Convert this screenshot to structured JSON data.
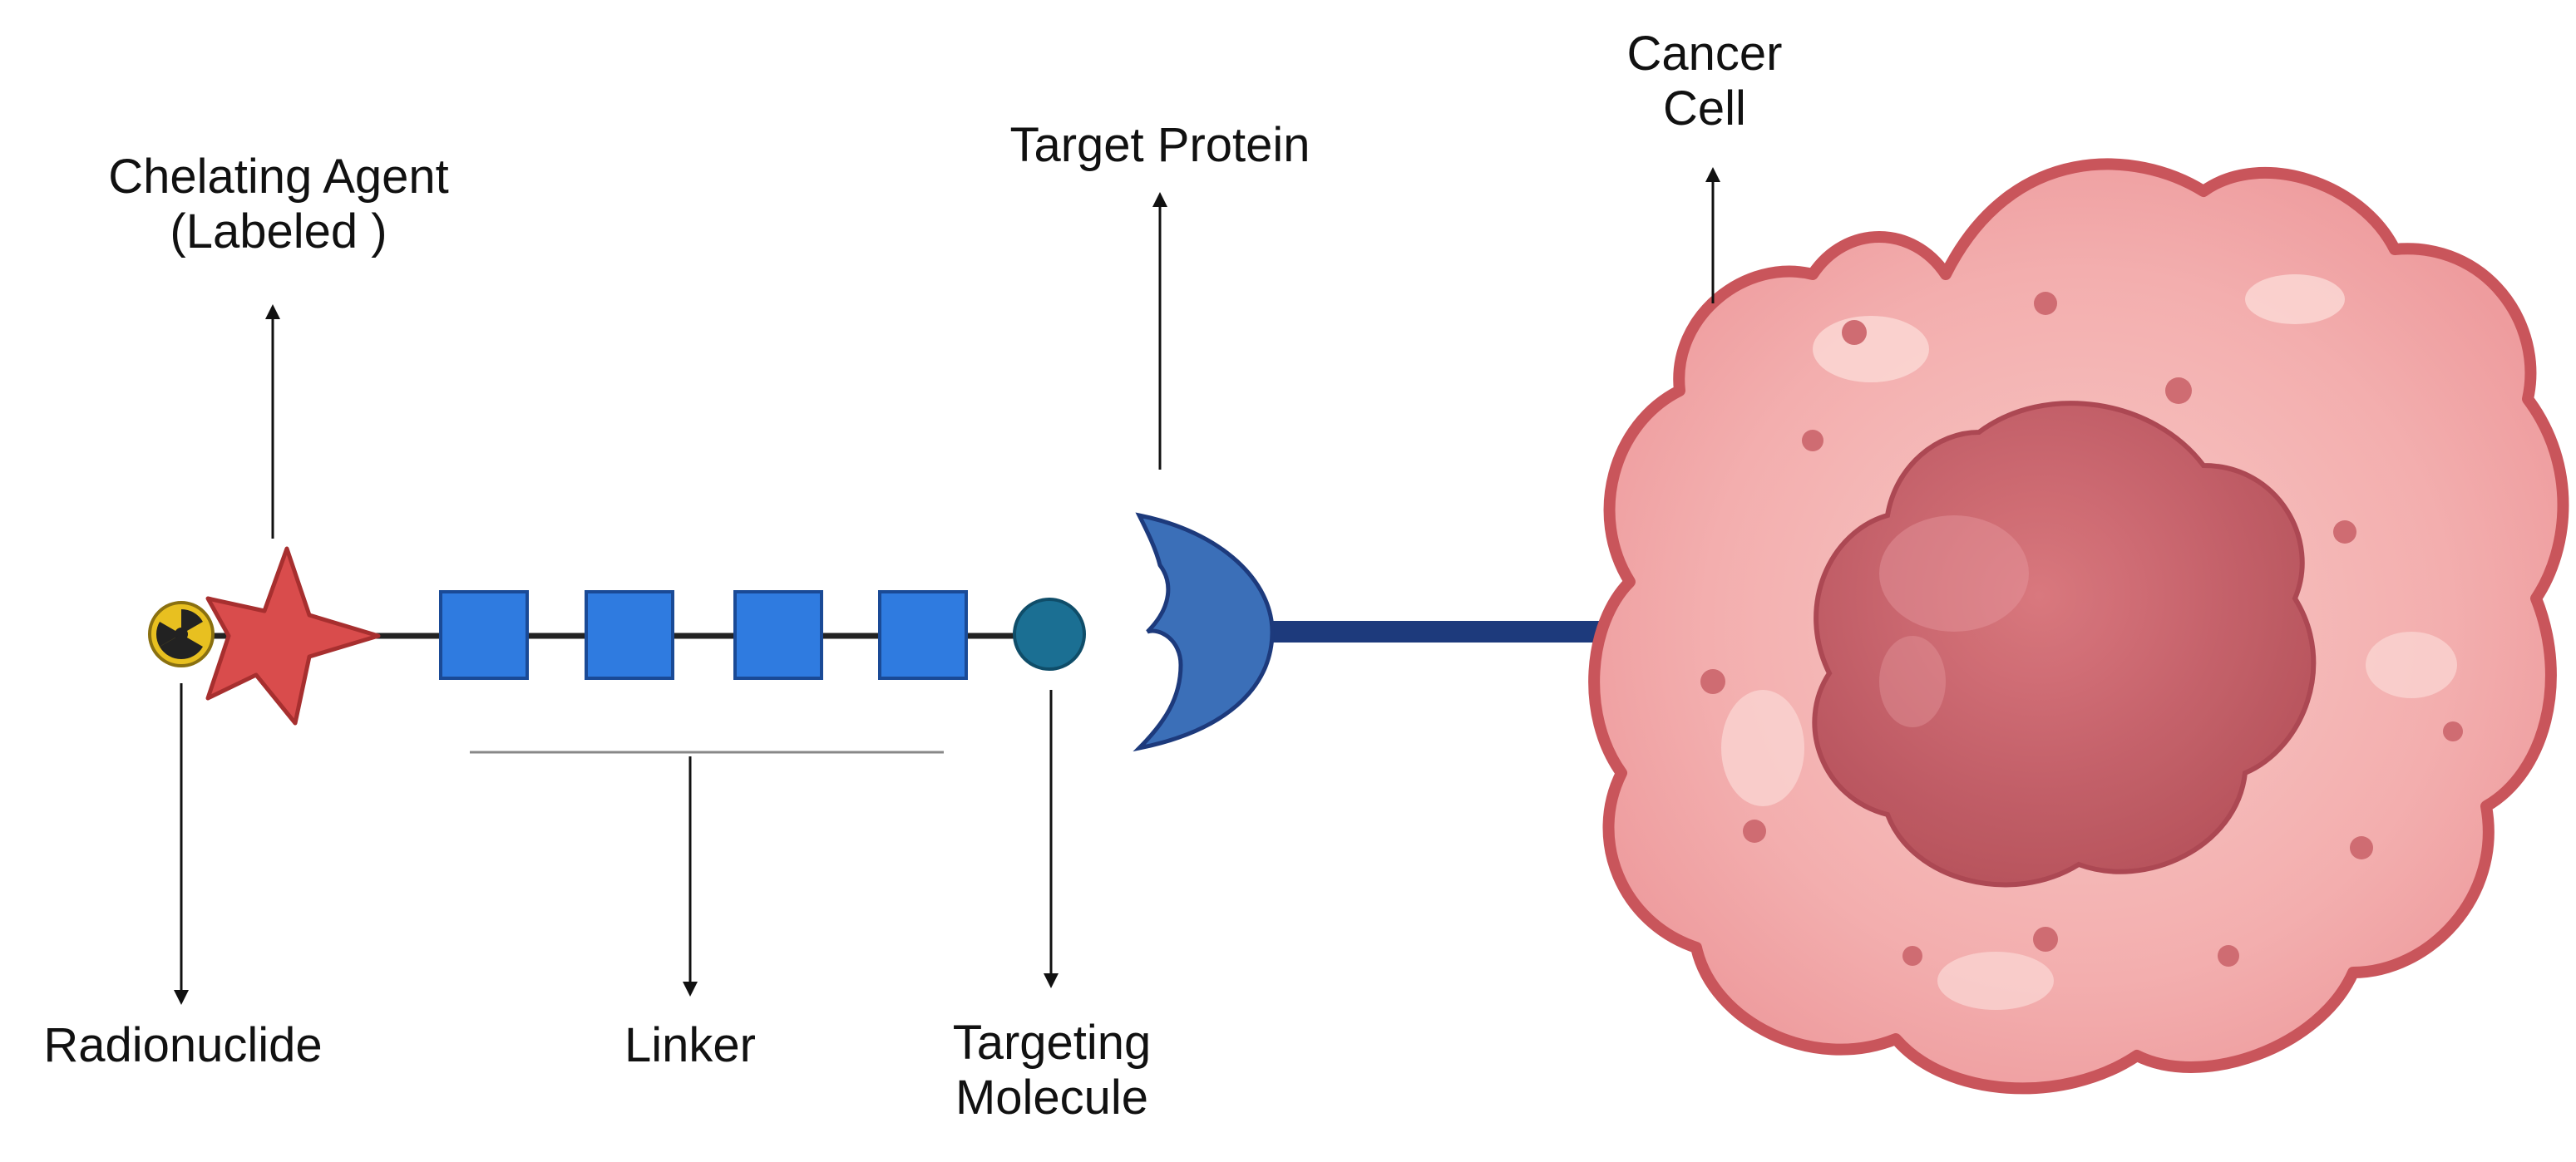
{
  "labels": {
    "chelating_agent": {
      "line1": "Chelating Agent",
      "line2": "(Labeled )"
    },
    "radionuclide": "Radionuclide",
    "linker": "Linker",
    "targeting_molecule": {
      "line1": "Targeting",
      "line2": "Molecule"
    },
    "target_protein": "Target Protein",
    "cancer_cell": {
      "line1": "Cancer",
      "line2": "Cell"
    }
  },
  "components": [
    {
      "name": "radionuclide",
      "icon": "radiation-icon",
      "color": "#e8c020"
    },
    {
      "name": "chelating-agent",
      "icon": "star-icon",
      "color": "#d94c4c"
    },
    {
      "name": "linker",
      "icon": "square-icon",
      "count": 4,
      "color": "#2f7be0"
    },
    {
      "name": "targeting-molecule",
      "icon": "circle-icon",
      "color": "#1b6f93"
    },
    {
      "name": "target-protein",
      "icon": "crescent-receptor-icon",
      "color": "#3b6fb8"
    },
    {
      "name": "cancer-cell",
      "icon": "cell-icon",
      "color": "#f2a7a7"
    }
  ],
  "colors": {
    "cell_membrane": "#c9555b",
    "cell_cytoplasm": "#f4b2b0",
    "nucleus": "#c45d66",
    "receptor_stalk": "#1d3a7c",
    "connector": "#222222"
  }
}
